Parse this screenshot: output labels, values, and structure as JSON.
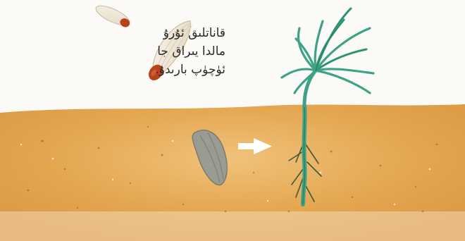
{
  "caption": {
    "lines": [
      "قاناتلىق ئۇرۇ",
      "مالدا يىراق جا",
      "ئۈچۈپ بارىدۇ."
    ]
  },
  "illustration": {
    "colors": {
      "soil": "#e2a24d",
      "soil_light": "#f0c27a",
      "seedling": "#3ea386",
      "seedling_dark": "#2b7f66",
      "seed_body": "#9a9c92",
      "seed_wing": "#f1ece2",
      "seed_nut": "#b7431d",
      "arrow": "#ffffff",
      "root": "#3c5a3a"
    }
  }
}
